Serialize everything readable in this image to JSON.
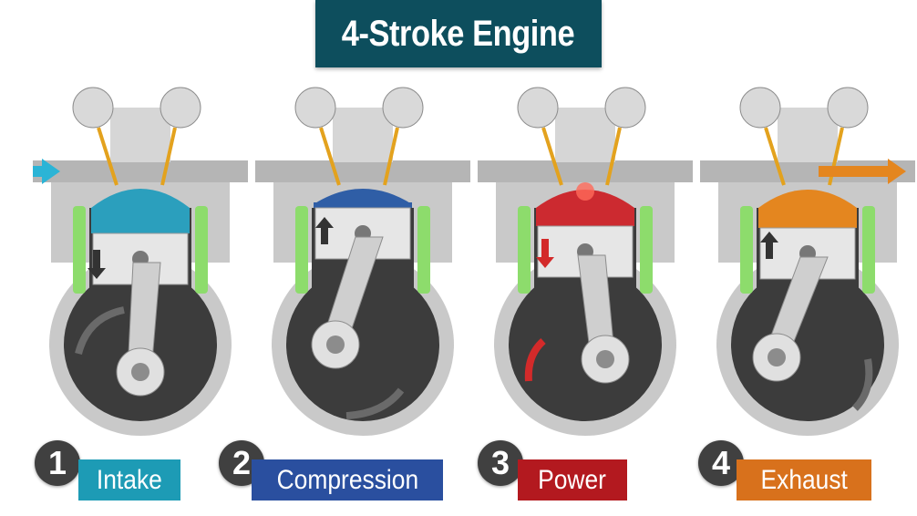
{
  "title": "4-Stroke Engine",
  "colors": {
    "title_bg": "#0d4e5d",
    "badge_bg": "#404040",
    "engine_gray": "#c9c9c9",
    "engine_dark": "#3c3c3c",
    "cooling_green": "#8ddc6c"
  },
  "strokes": [
    {
      "number": "1",
      "label": "Intake",
      "color": "#1d9bb5",
      "gas_color": "#2b9fbd",
      "piston_level": 0.7,
      "icons": [
        "intake-arrow-icon",
        "piston-down-arrow-icon",
        "crank-rotation-arrow-icon"
      ]
    },
    {
      "number": "2",
      "label": "Compression",
      "color": "#2a4f9f",
      "gas_color": "#2f5ea6",
      "piston_level": 0.15,
      "icons": [
        "piston-up-arrow-icon",
        "crank-rotation-arrow-icon"
      ]
    },
    {
      "number": "3",
      "label": "Power",
      "color": "#b3191f",
      "gas_color": "#cc2a30",
      "piston_level": 0.5,
      "icons": [
        "spark-icon",
        "piston-down-arrow-icon",
        "crank-rotation-arrow-icon"
      ]
    },
    {
      "number": "4",
      "label": "Exhaust",
      "color": "#d8711c",
      "gas_color": "#e4861f",
      "piston_level": 0.35,
      "icons": [
        "exhaust-arrow-icon",
        "piston-up-arrow-icon",
        "crank-rotation-arrow-icon"
      ]
    }
  ]
}
